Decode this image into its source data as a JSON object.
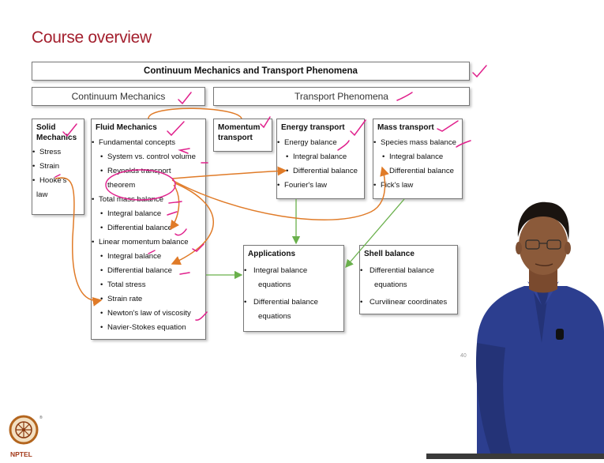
{
  "slide_title": "Course overview",
  "banner": "Continuum Mechanics and Transport Phenomena",
  "continuum_mechanics": "Continuum Mechanics",
  "transport_phenomena": "Transport Phenomena",
  "solid": {
    "title_line1": "Solid",
    "title_line2": "Mechanics",
    "items": [
      "Stress",
      "Strain",
      "Hooke's",
      "law"
    ]
  },
  "fluid": {
    "title": "Fluid Mechanics",
    "items": [
      "Fundamental concepts",
      "System vs. control volume",
      "Reynolds transport",
      "theorem",
      "Total mass balance",
      "Integral balance",
      "Differential balance",
      "Linear momentum balance",
      "Integral balance",
      "Differential balance",
      "Total stress",
      "Strain rate",
      "Newton's law of viscosity",
      "Navier-Stokes equation"
    ]
  },
  "momentum": {
    "title_line1": "Momentum",
    "title_line2": "transport"
  },
  "energy": {
    "title": "Energy transport",
    "items": [
      "Energy balance",
      "Integral balance",
      "Differential balance",
      "Fourier's law"
    ]
  },
  "mass": {
    "title": "Mass transport",
    "items": [
      "Species mass balance",
      "Integral balance",
      "Differential balance",
      "Fick's law"
    ]
  },
  "applications": {
    "title": "Applications",
    "items": [
      "Integral balance",
      "equations",
      "Differential balance",
      "equations"
    ]
  },
  "shell": {
    "title": "Shell balance",
    "items": [
      "Differential balance",
      "equations",
      "Curvilinear coordinates"
    ]
  },
  "slide_number": "40",
  "logo_text": "NPTEL",
  "colors": {
    "title": "#a31f2d",
    "annotation": "#e0208c",
    "orange_arrow": "#e07b28",
    "green_arrow": "#6ab04c",
    "shirt": "#2c3e8f"
  }
}
